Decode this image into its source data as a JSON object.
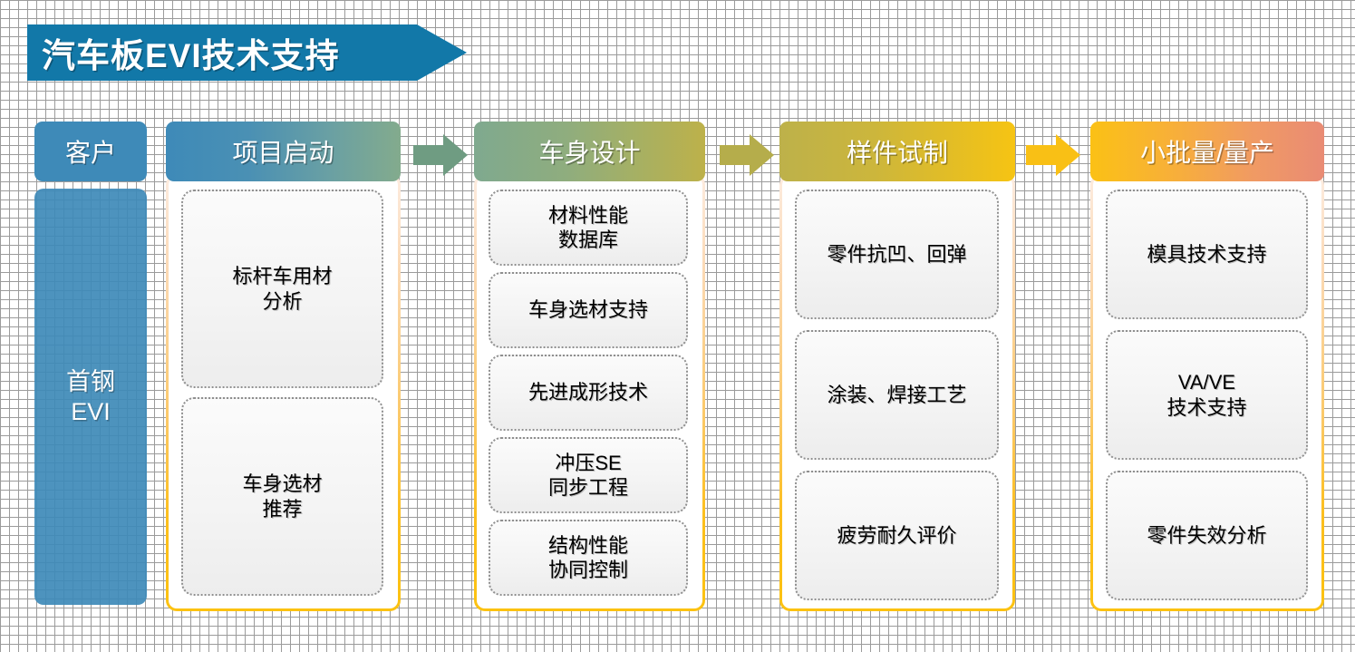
{
  "title": {
    "text": "汽车板EVI技术支持",
    "banner_color": "#1278a8"
  },
  "customer": {
    "header_label": "客户",
    "body_label": "首钢\nEVI",
    "body_line1": "首钢",
    "body_line2": "EVI",
    "color": "#3e8ab8"
  },
  "arrows": [
    {
      "name": "arrow-stage1-to-stage2",
      "color": "#6f9c82"
    },
    {
      "name": "arrow-stage2-to-stage3",
      "color": "#b5ad4b"
    },
    {
      "name": "arrow-stage3-to-stage4",
      "color": "#f9c015"
    }
  ],
  "stages": [
    {
      "id": "project-kickoff",
      "header": "项目启动",
      "header_gradient": [
        "#3e8ab8",
        "#83ab8d"
      ],
      "items": [
        {
          "line1": "标杆车用材",
          "line2": "分析"
        },
        {
          "line1": "车身选材",
          "line2": "推荐"
        }
      ]
    },
    {
      "id": "body-design",
      "header": "车身设计",
      "header_gradient": [
        "#7fa98f",
        "#bdb14a"
      ],
      "items": [
        {
          "line1": "材料性能",
          "line2": "数据库"
        },
        {
          "line1": "车身选材支持",
          "line2": ""
        },
        {
          "line1": "先进成形技术",
          "line2": ""
        },
        {
          "line1": "冲压SE",
          "line2": "同步工程"
        },
        {
          "line1": "结构性能",
          "line2": "协同控制"
        }
      ]
    },
    {
      "id": "prototype-trial",
      "header": "样件试制",
      "header_gradient": [
        "#bdb14a",
        "#f6c413"
      ],
      "items": [
        {
          "line1": "零件抗凹、回弹",
          "line2": ""
        },
        {
          "line1": "涂装、焊接工艺",
          "line2": ""
        },
        {
          "line1": "疲劳耐久评价",
          "line2": ""
        }
      ]
    },
    {
      "id": "small-batch-mass-production",
      "header": "小批量/量产",
      "header_gradient": [
        "#fbc115",
        "#e98b74"
      ],
      "items": [
        {
          "line1": "模具技术支持",
          "line2": ""
        },
        {
          "line1": "VA/VE",
          "line2": "技术支持"
        },
        {
          "line1": "零件失效分析",
          "line2": ""
        }
      ]
    }
  ],
  "card_border_gradient": [
    "#fdece0",
    "#fcc211"
  ]
}
